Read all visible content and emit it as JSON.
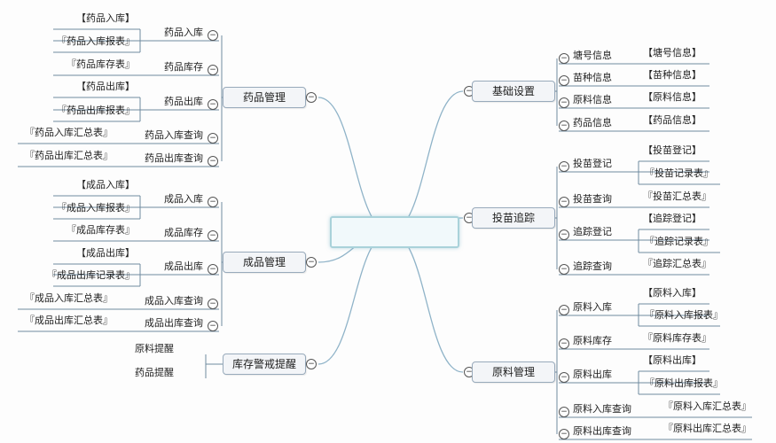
{
  "center": {
    "label": ""
  },
  "left_branches": [
    {
      "label": "药品管理",
      "items": [
        {
          "label": "药品入库",
          "leaves": [
            "【药品入库】",
            "『药品入库报表』"
          ]
        },
        {
          "label": "药品库存",
          "leaves": [
            "『药品库存表』"
          ]
        },
        {
          "label": "药品出库",
          "leaves": [
            "【药品出库】",
            "『药品出库报表』"
          ]
        },
        {
          "label": "药品入库查询",
          "leaves": [
            "『药品入库汇总表』"
          ]
        },
        {
          "label": "药品出库查询",
          "leaves": [
            "『药品出库汇总表』"
          ]
        }
      ]
    },
    {
      "label": "成品管理",
      "items": [
        {
          "label": "成品入库",
          "leaves": [
            "【成品入库】",
            "『成品入库报表』"
          ]
        },
        {
          "label": "成品库存",
          "leaves": [
            "『成品库存表』"
          ]
        },
        {
          "label": "成品出库",
          "leaves": [
            "【成品出库】",
            "『成品出库记录表』"
          ]
        },
        {
          "label": "成品入库查询",
          "leaves": [
            "『成品入库汇总表』"
          ]
        },
        {
          "label": "成品出库查询",
          "leaves": [
            "『成品出库汇总表』"
          ]
        }
      ]
    },
    {
      "label": "库存警戒提醒",
      "items": [
        {
          "label": "原料提醒",
          "leaves": []
        },
        {
          "label": "药品提醒",
          "leaves": []
        }
      ]
    }
  ],
  "right_branches": [
    {
      "label": "基础设置",
      "items": [
        {
          "label": "塘号信息",
          "leaves": [
            "【塘号信息】"
          ]
        },
        {
          "label": "苗种信息",
          "leaves": [
            "【苗种信息】"
          ]
        },
        {
          "label": "原料信息",
          "leaves": [
            "【原料信息】"
          ]
        },
        {
          "label": "药品信息",
          "leaves": [
            "【药品信息】"
          ]
        }
      ]
    },
    {
      "label": "投苗追踪",
      "items": [
        {
          "label": "投苗登记",
          "leaves": [
            "【投苗登记】",
            "『投苗记录表』"
          ]
        },
        {
          "label": "投苗查询",
          "leaves": [
            "『投苗汇总表』"
          ]
        },
        {
          "label": "追踪登记",
          "leaves": [
            "【追踪登记】",
            "『追踪记录表』"
          ]
        },
        {
          "label": "追踪查询",
          "leaves": [
            "『追踪汇总表』"
          ]
        }
      ]
    },
    {
      "label": "原料管理",
      "items": [
        {
          "label": "原料入库",
          "leaves": [
            "【原料入库】",
            "『原料入库报表』"
          ]
        },
        {
          "label": "原料库存",
          "leaves": [
            "『原料库存表』"
          ]
        },
        {
          "label": "原料出库",
          "leaves": [
            "【原料出库】",
            "『原料出库报表』"
          ]
        },
        {
          "label": "原料入库查询",
          "leaves": [
            "『原料入库汇总表』"
          ]
        },
        {
          "label": "原料出库查询",
          "leaves": [
            "『原料出库汇总表』"
          ]
        }
      ]
    }
  ],
  "collapse_glyph": "⊖"
}
